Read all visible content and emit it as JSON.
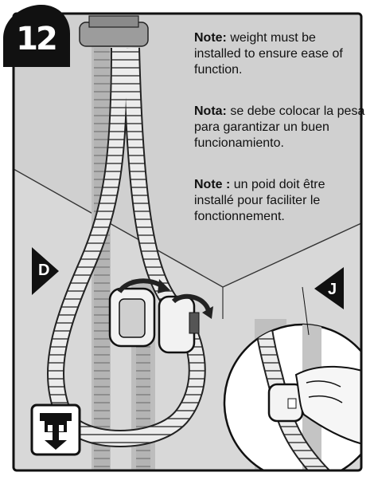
{
  "step": {
    "number": "12"
  },
  "notes": [
    {
      "label": "Note:",
      "text": "weight must be installed to ensure ease of function."
    },
    {
      "label": "Nota:",
      "text": "se debe colocar la pesa para garantizar un buen funcionamiento."
    },
    {
      "label": "Note :",
      "text": "un poid doit être installé pour faciliter le fonctionnement."
    }
  ],
  "markers": {
    "left": "D",
    "right": "J"
  },
  "icons": [
    "step-badge",
    "weight-install-icon",
    "rotate-arrow-icon",
    "hose-weight",
    "magnifier-callout"
  ],
  "colors": {
    "wall": "#cccccc",
    "floor": "#d6d6d6",
    "line": "#111111",
    "hose": "#e8e8e8"
  }
}
